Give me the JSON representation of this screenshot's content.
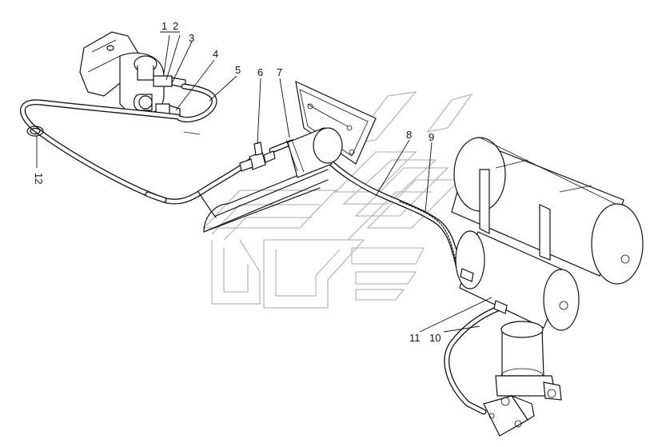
{
  "callouts": [
    {
      "id": "1",
      "text": "1"
    },
    {
      "id": "2",
      "text": "2"
    },
    {
      "id": "3",
      "text": "3"
    },
    {
      "id": "4",
      "text": "4"
    },
    {
      "id": "5",
      "text": "5"
    },
    {
      "id": "6",
      "text": "6"
    },
    {
      "id": "7",
      "text": "7"
    },
    {
      "id": "8",
      "text": "8"
    },
    {
      "id": "9",
      "text": "9"
    },
    {
      "id": "10",
      "text": "10"
    },
    {
      "id": "11",
      "text": "11"
    },
    {
      "id": "12",
      "text": "12"
    }
  ],
  "colors": {
    "line": "#111111",
    "watermark": "#b9b9b9",
    "background": "#ffffff"
  }
}
